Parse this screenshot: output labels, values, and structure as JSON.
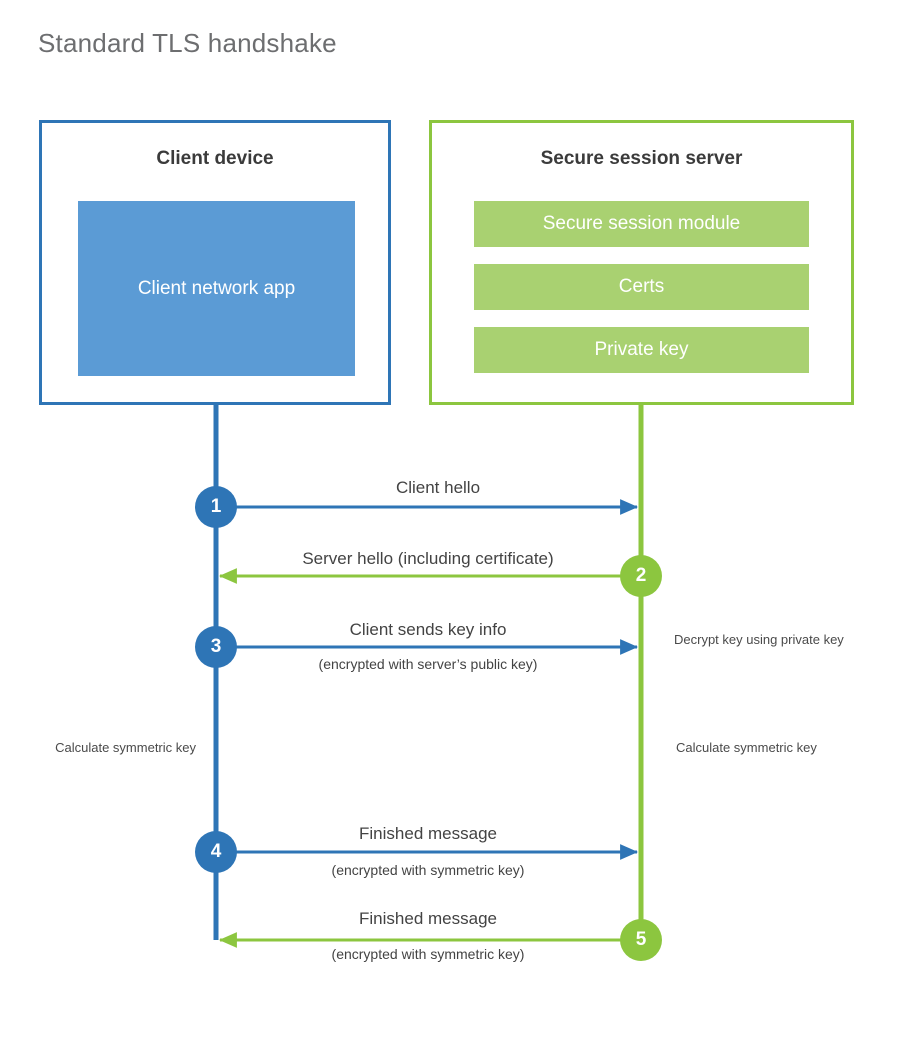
{
  "title": "Standard TLS handshake",
  "colors": {
    "client_border": "#2E75B6",
    "client_fill": "#5B9BD5",
    "server_border": "#8CC63F",
    "server_fill": "#A9D171",
    "title_text": "#6d6e70",
    "body_text": "#434343"
  },
  "client": {
    "title": "Client device",
    "app_label": "Client network app"
  },
  "server": {
    "title": "Secure session server",
    "blocks": [
      {
        "label": "Secure session module"
      },
      {
        "label": "Certs"
      },
      {
        "label": "Private key"
      }
    ]
  },
  "steps": [
    {
      "number": "1",
      "side": "client",
      "direction": "right",
      "main": "Client hello",
      "sub": ""
    },
    {
      "number": "2",
      "side": "server",
      "direction": "left",
      "main": "Server hello (including certificate)",
      "sub": ""
    },
    {
      "number": "3",
      "side": "client",
      "direction": "right",
      "main": "Client sends key info",
      "sub": "(encrypted with server’s public key)"
    },
    {
      "number": "4",
      "side": "client",
      "direction": "right",
      "main": "Finished message",
      "sub": "(encrypted with symmetric key)"
    },
    {
      "number": "5",
      "side": "server",
      "direction": "left",
      "main": "Finished message",
      "sub": "(encrypted with symmetric key)"
    }
  ],
  "notes": {
    "decrypt_key": "Decrypt key using private key",
    "client_calculate": "Calculate symmetric key",
    "server_calculate": "Calculate symmetric key"
  },
  "watermark": "",
  "chart_data": {
    "type": "table",
    "title": "Standard TLS handshake",
    "lifelines": [
      "Client device",
      "Secure session server"
    ],
    "messages": [
      {
        "step": 1,
        "from": "Client device",
        "to": "Secure session server",
        "label": "Client hello"
      },
      {
        "step": 2,
        "from": "Secure session server",
        "to": "Client device",
        "label": "Server hello (including certificate)"
      },
      {
        "step": 3,
        "from": "Client device",
        "to": "Secure session server",
        "label": "Client sends key info (encrypted with server’s public key)"
      },
      {
        "step": 4,
        "from": "Client device",
        "to": "Secure session server",
        "label": "Finished message (encrypted with symmetric key)"
      },
      {
        "step": 5,
        "from": "Secure session server",
        "to": "Client device",
        "label": "Finished message (encrypted with symmetric key)"
      }
    ],
    "side_activities": [
      {
        "actor": "Secure session server",
        "label": "Decrypt key using private key"
      },
      {
        "actor": "Client device",
        "label": "Calculate symmetric key"
      },
      {
        "actor": "Secure session server",
        "label": "Calculate symmetric key"
      }
    ]
  }
}
